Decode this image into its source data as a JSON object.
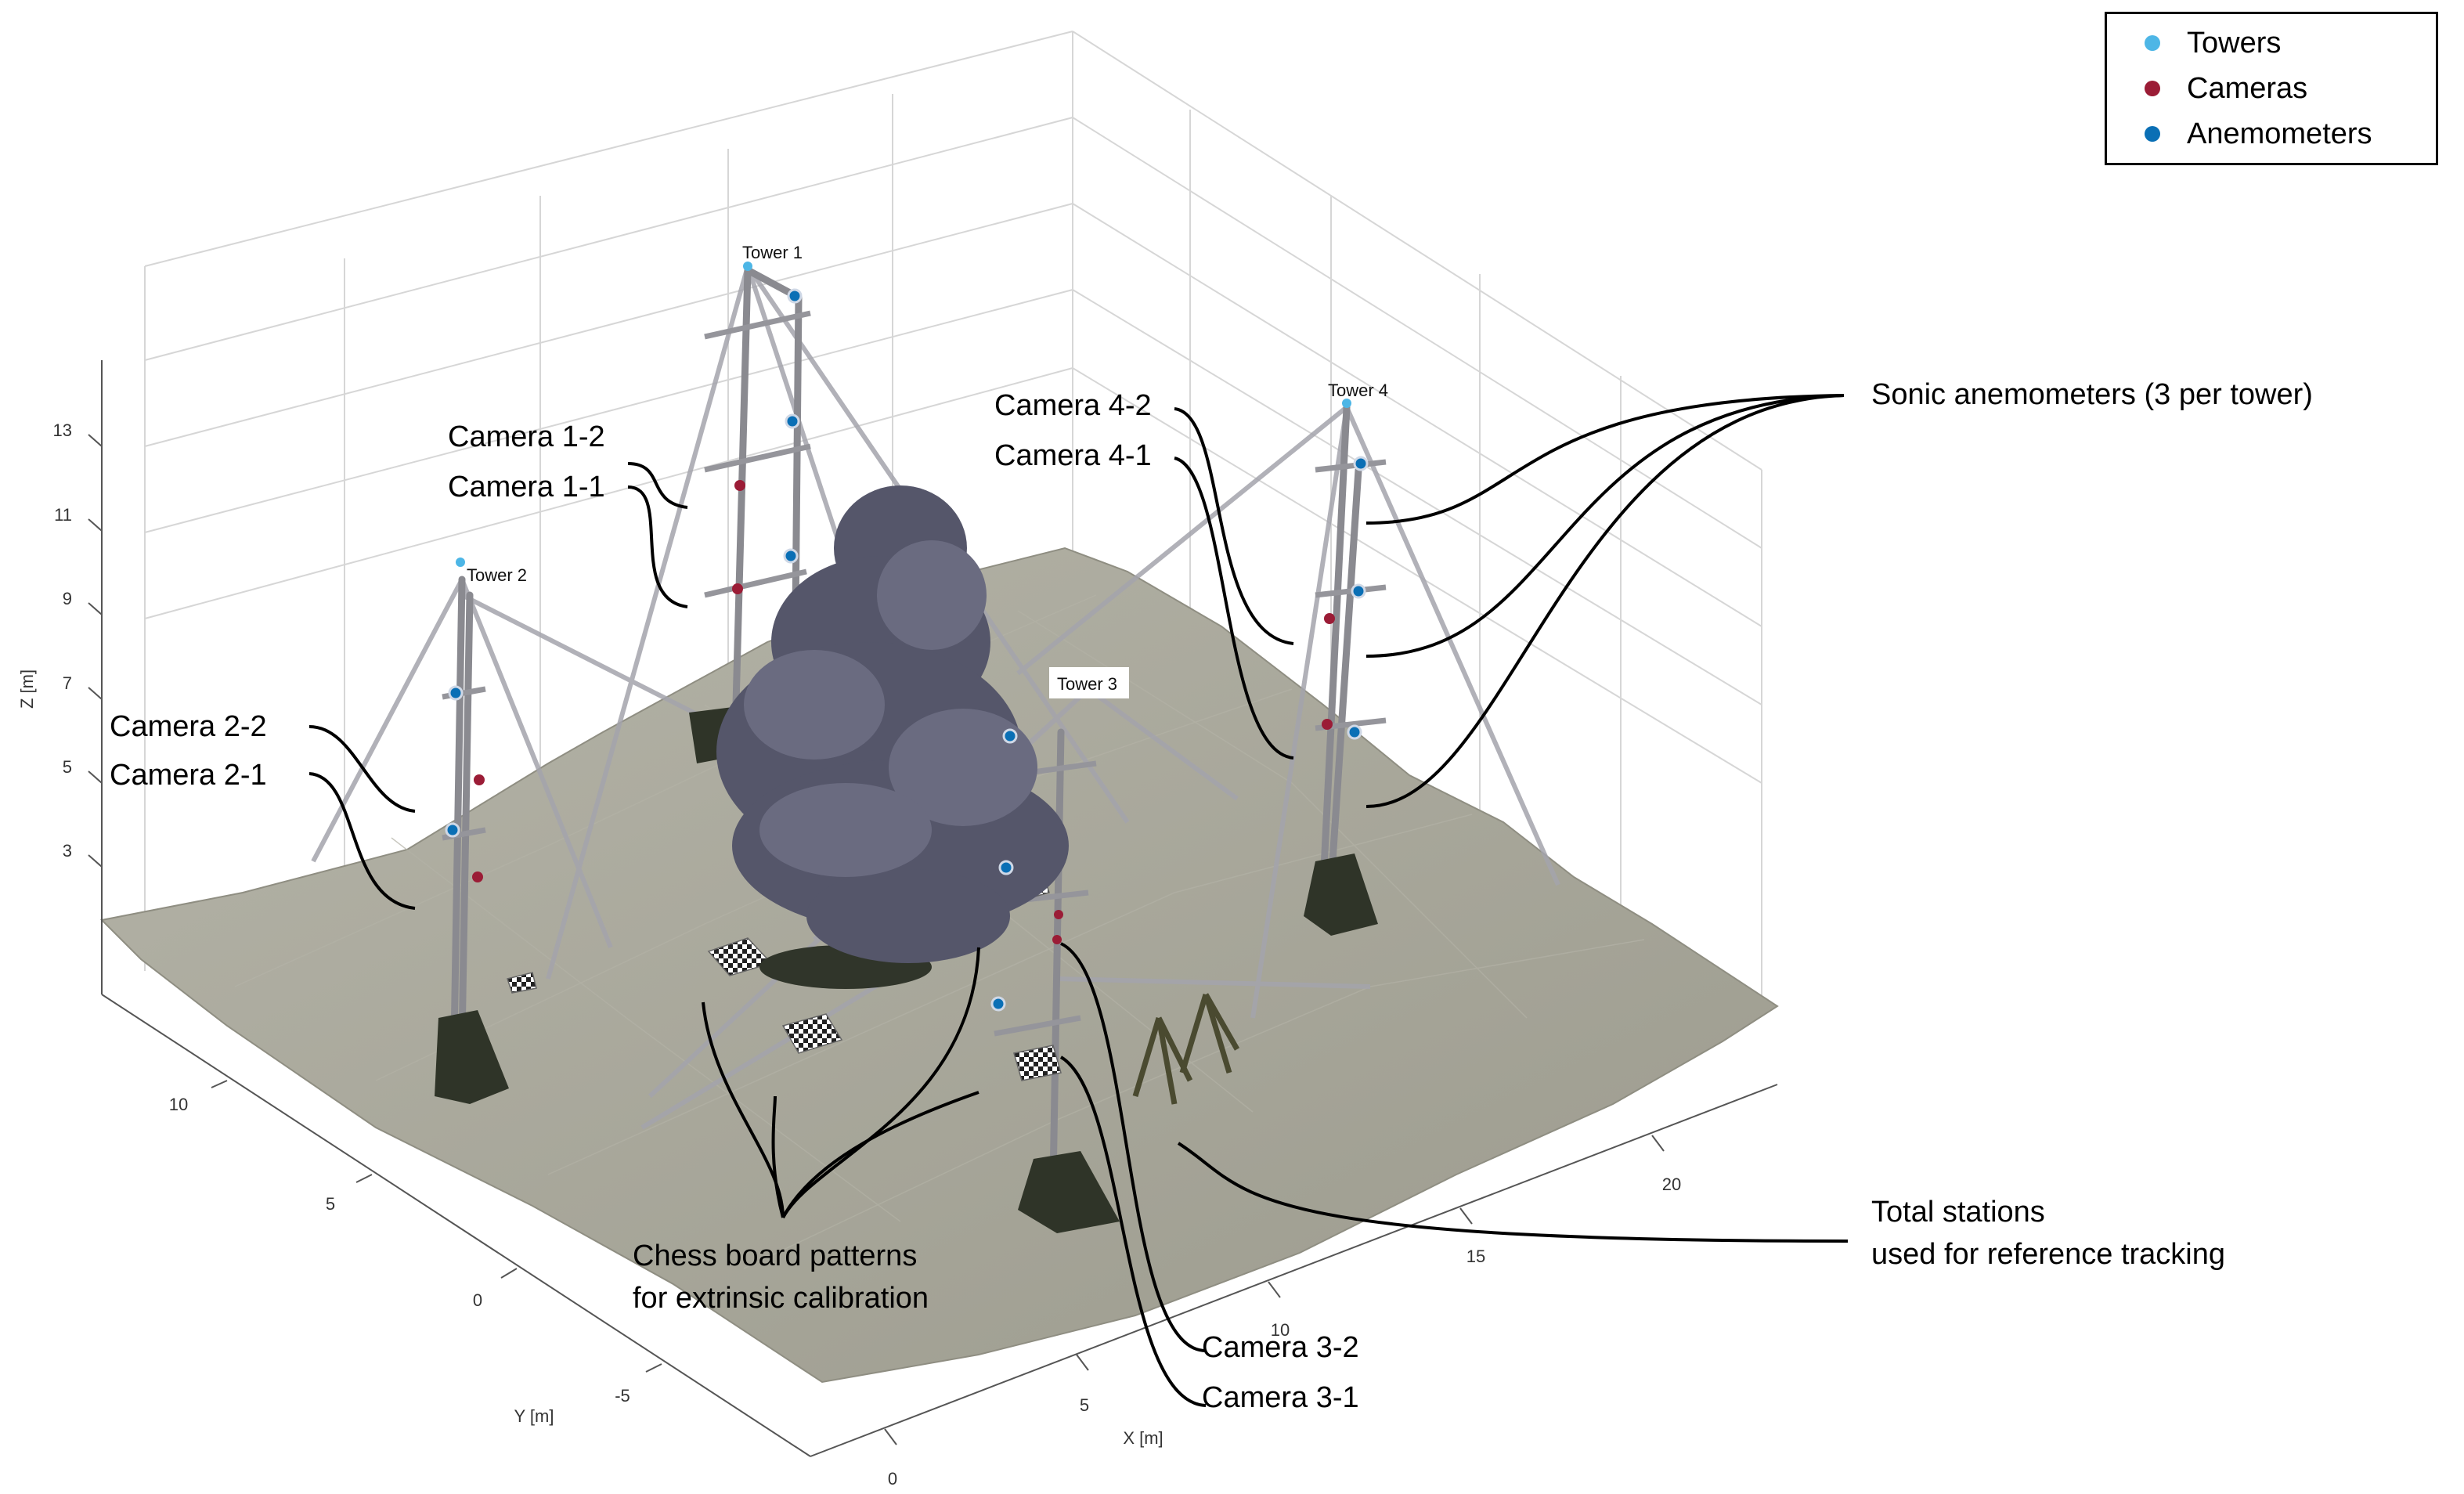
{
  "legend": {
    "items": [
      {
        "label": "Towers",
        "color": "#4db6e6"
      },
      {
        "label": "Cameras",
        "color": "#9b1c36"
      },
      {
        "label": "Anemometers",
        "color": "#0a6fb5"
      }
    ]
  },
  "axes": {
    "z_label": "Z [m]",
    "z_ticks": [
      "13",
      "11",
      "9",
      "7",
      "5",
      "3"
    ],
    "y_label": "Y [m]",
    "y_ticks": [
      "10",
      "5",
      "0",
      "-5"
    ],
    "x_label": "X [m]",
    "x_ticks": [
      "0",
      "5",
      "10",
      "15",
      "20"
    ]
  },
  "towers": {
    "t1": "Tower 1",
    "t2": "Tower 2",
    "t3": "Tower 3",
    "t4": "Tower 4"
  },
  "annotations": {
    "cam_1_2": "Camera 1-2",
    "cam_1_1": "Camera 1-1",
    "cam_2_2": "Camera 2-2",
    "cam_2_1": "Camera 2-1",
    "cam_4_2": "Camera 4-2",
    "cam_4_1": "Camera 4-1",
    "cam_3_2": "Camera 3-2",
    "cam_3_1": "Camera 3-1",
    "sonic": "Sonic anemometers (3 per tower)",
    "total_line1": "Total stations",
    "total_line2": "used for reference tracking",
    "chess_line1": "Chess board patterns",
    "chess_line2": "for extrinsic calibration"
  },
  "colors": {
    "terrain": "#a3a295",
    "tree": "#55566a",
    "mast": "#8e8e94",
    "grid": "#d6d6d6"
  }
}
